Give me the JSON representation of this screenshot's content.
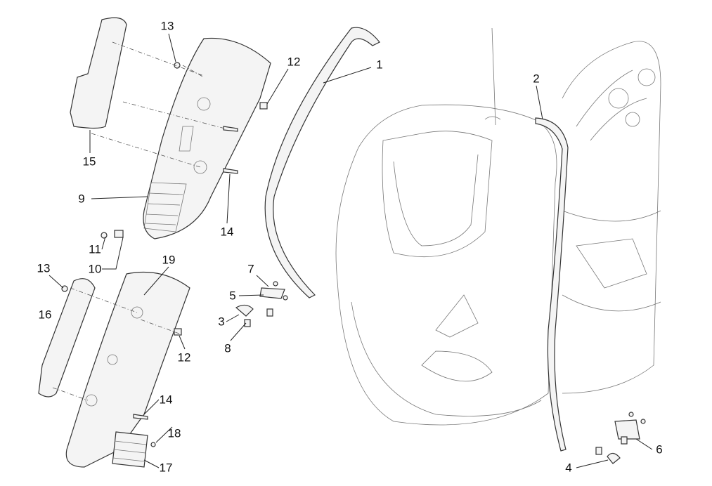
{
  "callouts": [
    {
      "id": "c13a",
      "text": "13"
    },
    {
      "id": "c12a",
      "text": "12"
    },
    {
      "id": "c1",
      "text": "1"
    },
    {
      "id": "c2",
      "text": "2"
    },
    {
      "id": "c15",
      "text": "15"
    },
    {
      "id": "c9",
      "text": "9"
    },
    {
      "id": "c14a",
      "text": "14"
    },
    {
      "id": "c11",
      "text": "11"
    },
    {
      "id": "c10",
      "text": "10"
    },
    {
      "id": "c19",
      "text": "19"
    },
    {
      "id": "c13b",
      "text": "13"
    },
    {
      "id": "c7",
      "text": "7"
    },
    {
      "id": "c5",
      "text": "5"
    },
    {
      "id": "c16",
      "text": "16"
    },
    {
      "id": "c3",
      "text": "3"
    },
    {
      "id": "c8",
      "text": "8"
    },
    {
      "id": "c12b",
      "text": "12"
    },
    {
      "id": "c14b",
      "text": "14"
    },
    {
      "id": "c18",
      "text": "18"
    },
    {
      "id": "c6",
      "text": "6"
    },
    {
      "id": "c17",
      "text": "17"
    },
    {
      "id": "c4",
      "text": "4"
    }
  ]
}
